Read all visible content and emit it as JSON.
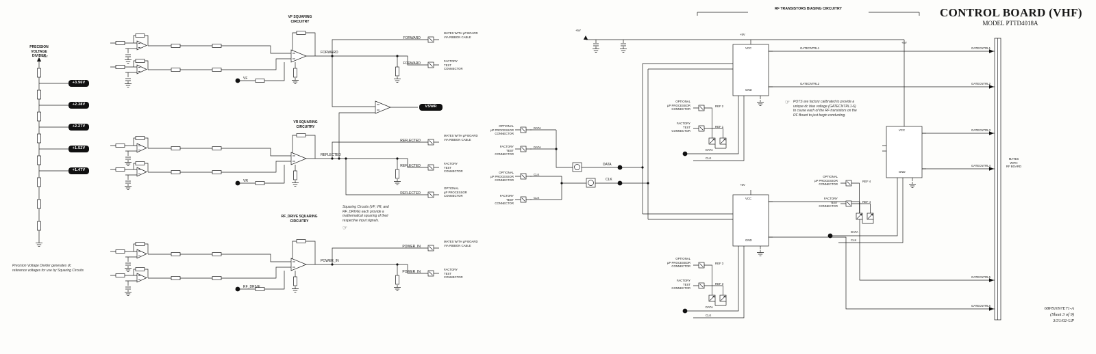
{
  "header": {
    "title": "CONTROL BOARD (VHF)",
    "model": "MODEL PTTD4018A"
  },
  "title_block": {
    "doc_number": "68P81097E71-A",
    "sheet": "(Sheet 3 of 9)",
    "revision": "3/31/02-UP"
  },
  "voltage_divider": {
    "title": "PRECISION\nVOLTAGE\nDIVIDER",
    "taps": [
      "+3.96V",
      "+2.38V",
      "+2.27V",
      "+1.52V",
      "+1.47V"
    ],
    "note": "Precision Voltage Divider generates dc reference voltages for use by Squaring Circuits"
  },
  "squaring": {
    "vf": {
      "title": "VF SQUARING\nCIRCUITRY",
      "input": "VF",
      "output": "FORWARD"
    },
    "vr": {
      "title": "VR SQUARING\nCIRCUITRY",
      "input": "VR",
      "output": "REFLECTED"
    },
    "rf": {
      "title": "RF_DRIVE SQUARING\nCIRCUITRY",
      "input": "RF_DRIVE",
      "output": "POWER_IN"
    },
    "vswr": "VSWR",
    "note": "Squaring Circuits (VF, VR, and RF_DRIVE) each provide a mathematical squaring of their respective input signals."
  },
  "connectors": {
    "ribbon": "MATES WITH µP BOARD VIA RIBBON CABLE",
    "factory": "FACTORY\nTEST\nCONNECTOR",
    "optional": "OPTIONAL\nµP PROCESSOR\nCONNECTOR",
    "rf_board": "MATES\nWITH\nRF BOARD"
  },
  "serial": {
    "data": "DATA",
    "clk": "CLK"
  },
  "power": {
    "p5": "+5V",
    "vcc": "VCC",
    "gnd": "GND"
  },
  "biasing": {
    "title": "RF TRANSISTORS BIASING CIRCUITRY",
    "note": "POTS are factory calibrated to provide a unique dc bias voltage (GATECNTRL1-6) to cause each of the RF transistors on the RF Board to just begin conducting.",
    "gates": [
      "GATECNTRL1",
      "GATECNTRL2",
      "GATECNTRL3",
      "GATECNTRL4",
      "GATECNTRL5",
      "GATECNTRL6"
    ],
    "refs": {
      "r1": "REF 1",
      "r2": "REF 2",
      "r3": "REF 3",
      "r4": "REF 4"
    }
  },
  "icons": {
    "hand": "☞"
  }
}
